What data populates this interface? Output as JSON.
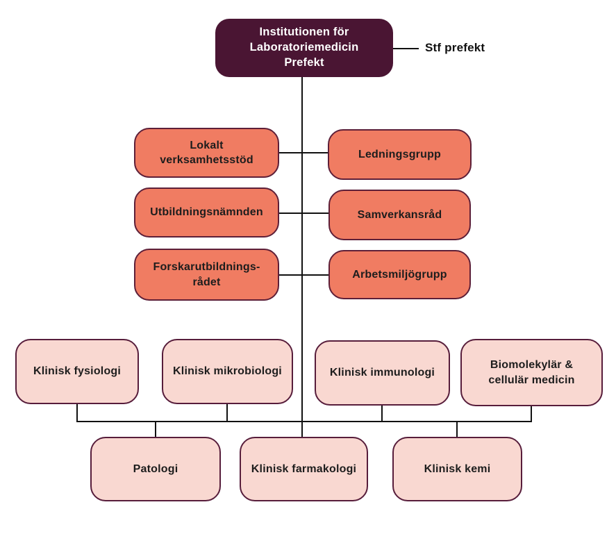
{
  "colors": {
    "page_bg": "#ffffff",
    "root_bg": "#4a1533",
    "root_text": "#ffffff",
    "board_fill": "#f07c62",
    "board_border": "#5d1f38",
    "dept_fill": "#f9d8d1",
    "dept_border": "#571d3b",
    "node_text": "#1d1d1d",
    "deputy_text": "#111111",
    "line": "#111111"
  },
  "chart": {
    "root": {
      "label": "Institutionen för\nLaboratoriemedicin\nPrefekt"
    },
    "deputy": {
      "label": "Stf prefekt"
    },
    "boards": [
      {
        "label": "Lokalt\nverksamhetsstöd"
      },
      {
        "label": "Ledningsgrupp"
      },
      {
        "label": "Utbildningsnämnden"
      },
      {
        "label": "Samverkansråd"
      },
      {
        "label": "Forskarutbildnings-\nrådet"
      },
      {
        "label": "Arbetsmiljögrupp"
      }
    ],
    "departments": [
      {
        "label": "Klinisk fysiologi"
      },
      {
        "label": "Klinisk mikrobiologi"
      },
      {
        "label": "Klinisk immunologi"
      },
      {
        "label": "Biomolekylär &\ncellulär medicin"
      },
      {
        "label": "Patologi"
      },
      {
        "label": "Klinisk farmakologi"
      },
      {
        "label": "Klinisk kemi"
      }
    ]
  }
}
